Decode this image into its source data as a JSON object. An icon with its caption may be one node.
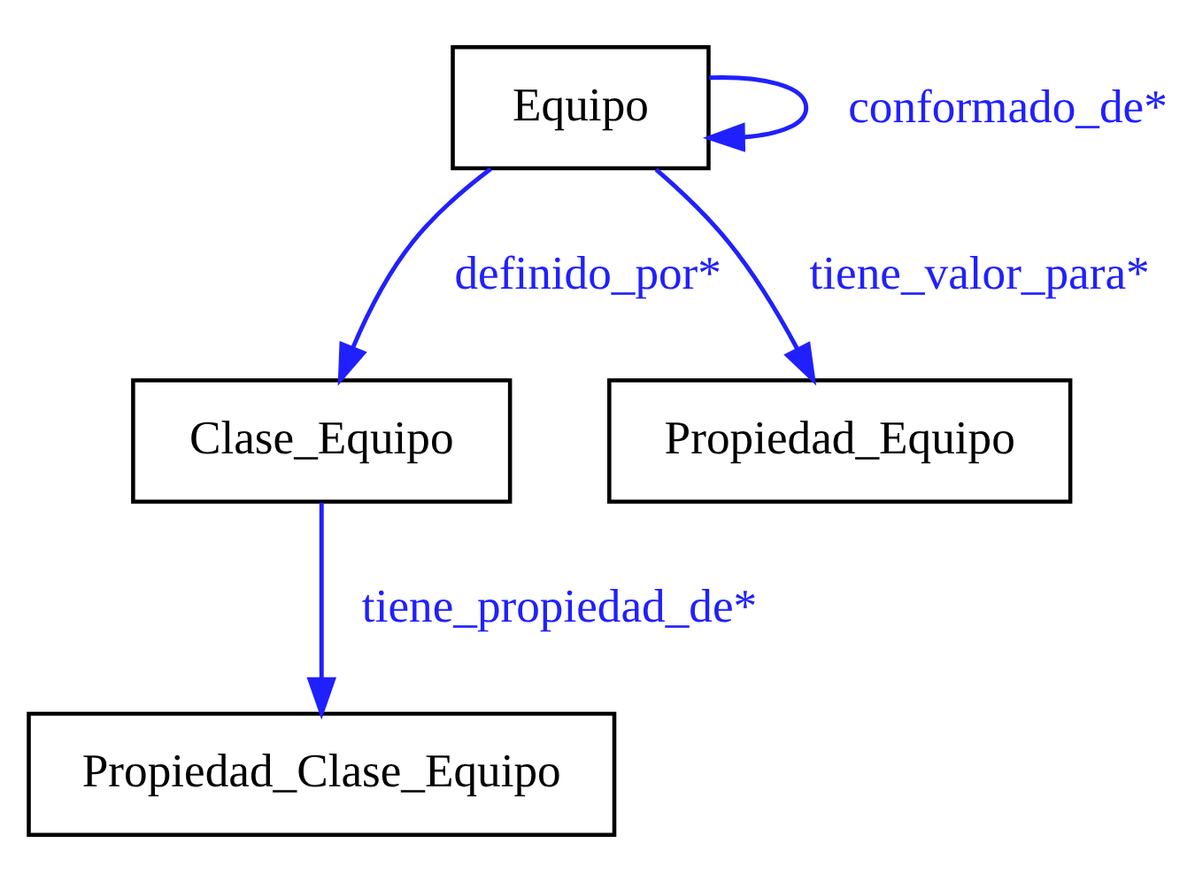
{
  "diagram": {
    "nodes": [
      {
        "text": [
          "Equipo"
        ]
      },
      {
        "text": [
          "Clase_Equipo"
        ]
      },
      {
        "text": [
          "Propiedad_Equipo"
        ]
      },
      {
        "text": [
          "Propiedad_Clase_Equipo"
        ]
      }
    ],
    "edges": [
      {
        "from": 0,
        "to": 0,
        "arrow": "to",
        "label": "conformado_de*"
      },
      {
        "from": 0,
        "to": 1,
        "arrow": "to",
        "label": "definido_por*"
      },
      {
        "from": 0,
        "to": 2,
        "arrow": "to",
        "label": "tiene_valor_para*"
      },
      {
        "from": 1,
        "to": 3,
        "arrow": "to",
        "label": "tiene_propiedad_de*"
      }
    ]
  }
}
